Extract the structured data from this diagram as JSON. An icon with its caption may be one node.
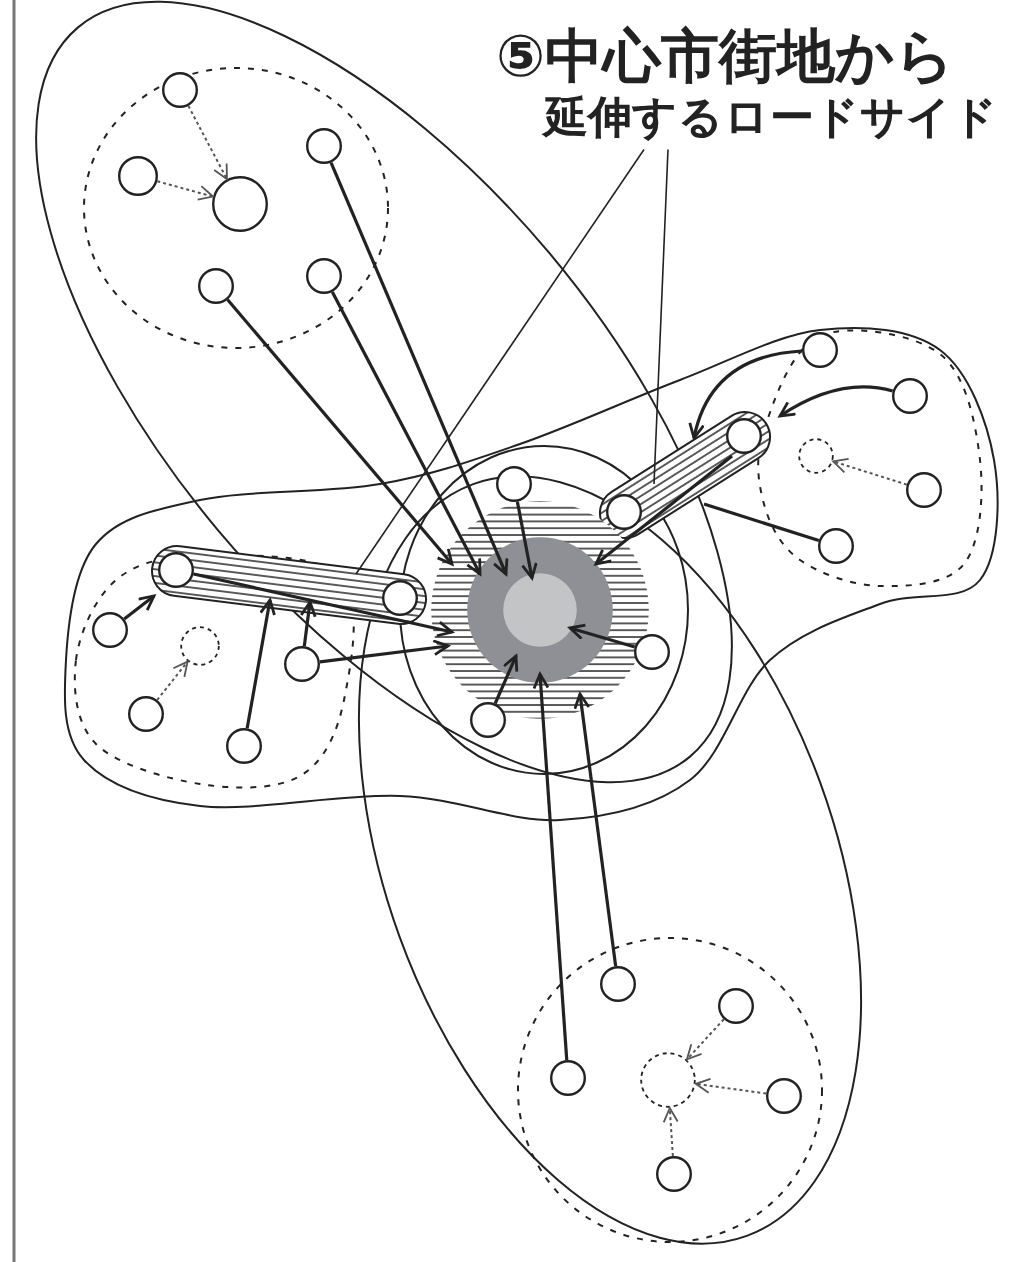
{
  "diagram": {
    "nodes": [
      {
        "text": [
          "⑤中心市街地から延伸するロードサイド"
        ]
      },
      {
        "text": [],
        "shape": "circle"
      },
      {
        "text": [],
        "shape": "circle"
      },
      {
        "text": [],
        "shape": "circle"
      },
      {
        "text": [],
        "shape": "circle"
      },
      {
        "text": [],
        "shape": "circle"
      },
      {
        "text": [],
        "shape": "circle"
      },
      {
        "text": [],
        "shape": "circle"
      },
      {
        "text": [],
        "shape": "circle"
      },
      {
        "text": [],
        "shape": "bar"
      },
      {
        "text": [],
        "shape": "circle",
        "in": 9
      },
      {
        "text": [],
        "shape": "circle"
      },
      {
        "text": [],
        "shape": "circle"
      },
      {
        "text": [],
        "shape": "circle"
      },
      {
        "text": [],
        "shape": "circle",
        "in": 9
      },
      {
        "text": [],
        "shape": "circle"
      },
      {
        "text": [],
        "shape": "bar"
      },
      {
        "text": [],
        "shape": "circle",
        "in": 16
      },
      {
        "text": [],
        "shape": "circle",
        "in": 16
      },
      {
        "text": [],
        "shape": "circle"
      },
      {
        "text": [],
        "shape": "circle",
        "in": 19
      },
      {
        "text": [],
        "shape": "circle",
        "in": 20
      },
      {
        "text": [],
        "shape": "circle"
      },
      {
        "text": [],
        "shape": "circle"
      },
      {
        "text": [],
        "shape": "circle"
      },
      {
        "text": [],
        "shape": "circle"
      },
      {
        "text": [],
        "shape": "circle"
      },
      {
        "text": [],
        "shape": "circle"
      },
      {
        "text": [],
        "shape": "circle"
      },
      {
        "text": [],
        "shape": "circle"
      },
      {
        "text": [],
        "shape": "circle"
      },
      {
        "text": [],
        "shape": "circle"
      },
      {
        "text": [],
        "shape": "circle"
      },
      {
        "text": [],
        "shape": "circle"
      },
      {
        "text": [],
        "shape": "circle"
      }
    ],
    "edges": [
      {
        "from": 0,
        "to": 16,
        "arrow": "none"
      },
      {
        "from": 0,
        "to": 9,
        "arrow": "none"
      },
      {
        "from": 1,
        "to": 4,
        "arrow": "to",
        "style": "dashed"
      },
      {
        "from": 3,
        "to": 4,
        "arrow": "to",
        "style": "dashed"
      },
      {
        "from": 2,
        "to": 20,
        "arrow": "to"
      },
      {
        "from": 5,
        "to": 19,
        "arrow": "to"
      },
      {
        "from": 6,
        "to": 20,
        "arrow": "to"
      },
      {
        "from": 7,
        "to": 9,
        "arrow": "to"
      },
      {
        "from": 8,
        "to": 9,
        "arrow": "to"
      },
      {
        "from": 13,
        "to": 11,
        "arrow": "to",
        "style": "dashed"
      },
      {
        "from": 15,
        "to": 9,
        "arrow": "none"
      },
      {
        "from": 10,
        "to": 19,
        "arrow": "to"
      },
      {
        "from": 12,
        "to": 21,
        "arrow": "to"
      },
      {
        "from": 17,
        "to": 19,
        "arrow": "to"
      },
      {
        "from": 22,
        "to": 16,
        "arrow": "to"
      },
      {
        "from": 26,
        "to": 23,
        "arrow": "to",
        "style": "dashed"
      },
      {
        "from": 28,
        "to": 16,
        "arrow": "to"
      },
      {
        "from": 25,
        "to": 16,
        "arrow": "to"
      },
      {
        "from": 25,
        "to": 19,
        "arrow": "to"
      },
      {
        "from": 24,
        "to": 21,
        "arrow": "to"
      },
      {
        "from": 27,
        "to": 21,
        "arrow": "to"
      },
      {
        "from": 29,
        "to": 19,
        "arrow": "to"
      },
      {
        "from": 31,
        "to": 20,
        "arrow": "to"
      },
      {
        "from": 30,
        "to": 32,
        "arrow": "to",
        "style": "dashed"
      },
      {
        "from": 33,
        "to": 32,
        "arrow": "to",
        "style": "dashed"
      },
      {
        "from": 34,
        "to": 32,
        "arrow": "to",
        "style": "dashed"
      }
    ]
  }
}
